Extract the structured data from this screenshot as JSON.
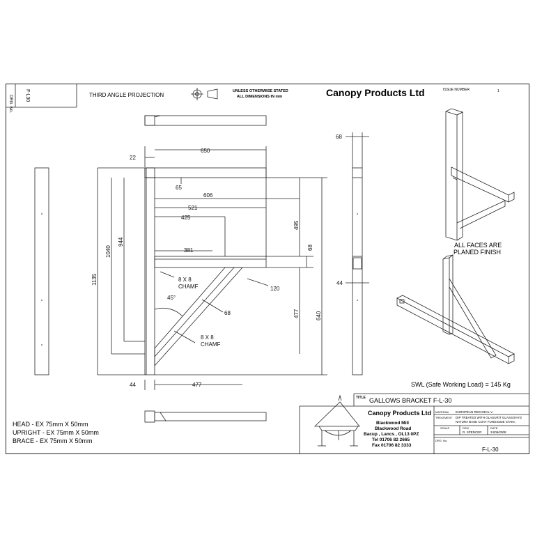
{
  "header": {
    "drg_no_label": "DRG. No.",
    "drg_no_value": "F-L30",
    "projection": "THIRD ANGLE PROJECTION",
    "note_line1": "UNLESS OTHERWISE STATED",
    "note_line2": "ALL DIMENSIONS IN mm",
    "company": "Canopy Products Ltd",
    "issue_label": "ISSUE NUMBER",
    "issue_value": "1"
  },
  "dimensions": {
    "d22": "22",
    "d650": "650",
    "d65": "65",
    "d606": "606",
    "d521": "521",
    "d425": "425",
    "d381": "381",
    "d1135": "1135",
    "d1040": "1040",
    "d944": "944",
    "d495": "495",
    "d68a": "68",
    "d120": "120",
    "d477v": "477",
    "d640": "640",
    "d44a": "44",
    "d477h": "477",
    "d68b": "68",
    "d68c": "68",
    "d44b": "44",
    "angle": "45°",
    "chamf1_a": "8 X 8",
    "chamf1_b": "CHAMF",
    "chamf2_a": "8 X 8",
    "chamf2_b": "CHAMF"
  },
  "notes": {
    "faces_line1": "ALL FACES ARE",
    "faces_line2": "PLANED FINISH",
    "swl": "SWL (Safe Working Load) = 145 Kg"
  },
  "materials": {
    "head": "HEAD - EX 75mm X 50mm",
    "upright": "UPRIGHT - EX 75mm X 50mm",
    "brace": "BRACE - EX 75mm X 50mm"
  },
  "title_block": {
    "title_label": "TITLE",
    "title_value": "GALLOWS BRACKET F-L-30",
    "company": "Canopy Products Ltd",
    "address1": "Blackwood Mill",
    "address2": "Blackwood Road",
    "address3": "Bacup , Lancs , OL13 0PZ",
    "tel": "Tel 01706 82 2665",
    "fax": "Fax 01706 82 3333",
    "material_label": "MATERIAL",
    "material_value": "EUROPEAN RED DEAL V",
    "treatment_label": "TREATMENT",
    "treatment_value1": "DIP TREATED WITH GLASURIT GLASSOHYD",
    "treatment_value2": "NATURA BASE COAT FUNGICIDE STAIN.",
    "scale_label": "SCALE",
    "drn_label": "DRN",
    "drn_value": "R. SPENCER",
    "date_label": "DATE",
    "date_value": "24/06/2008",
    "drg_label": "DRG. No.",
    "drg_value": "F-L-30"
  }
}
